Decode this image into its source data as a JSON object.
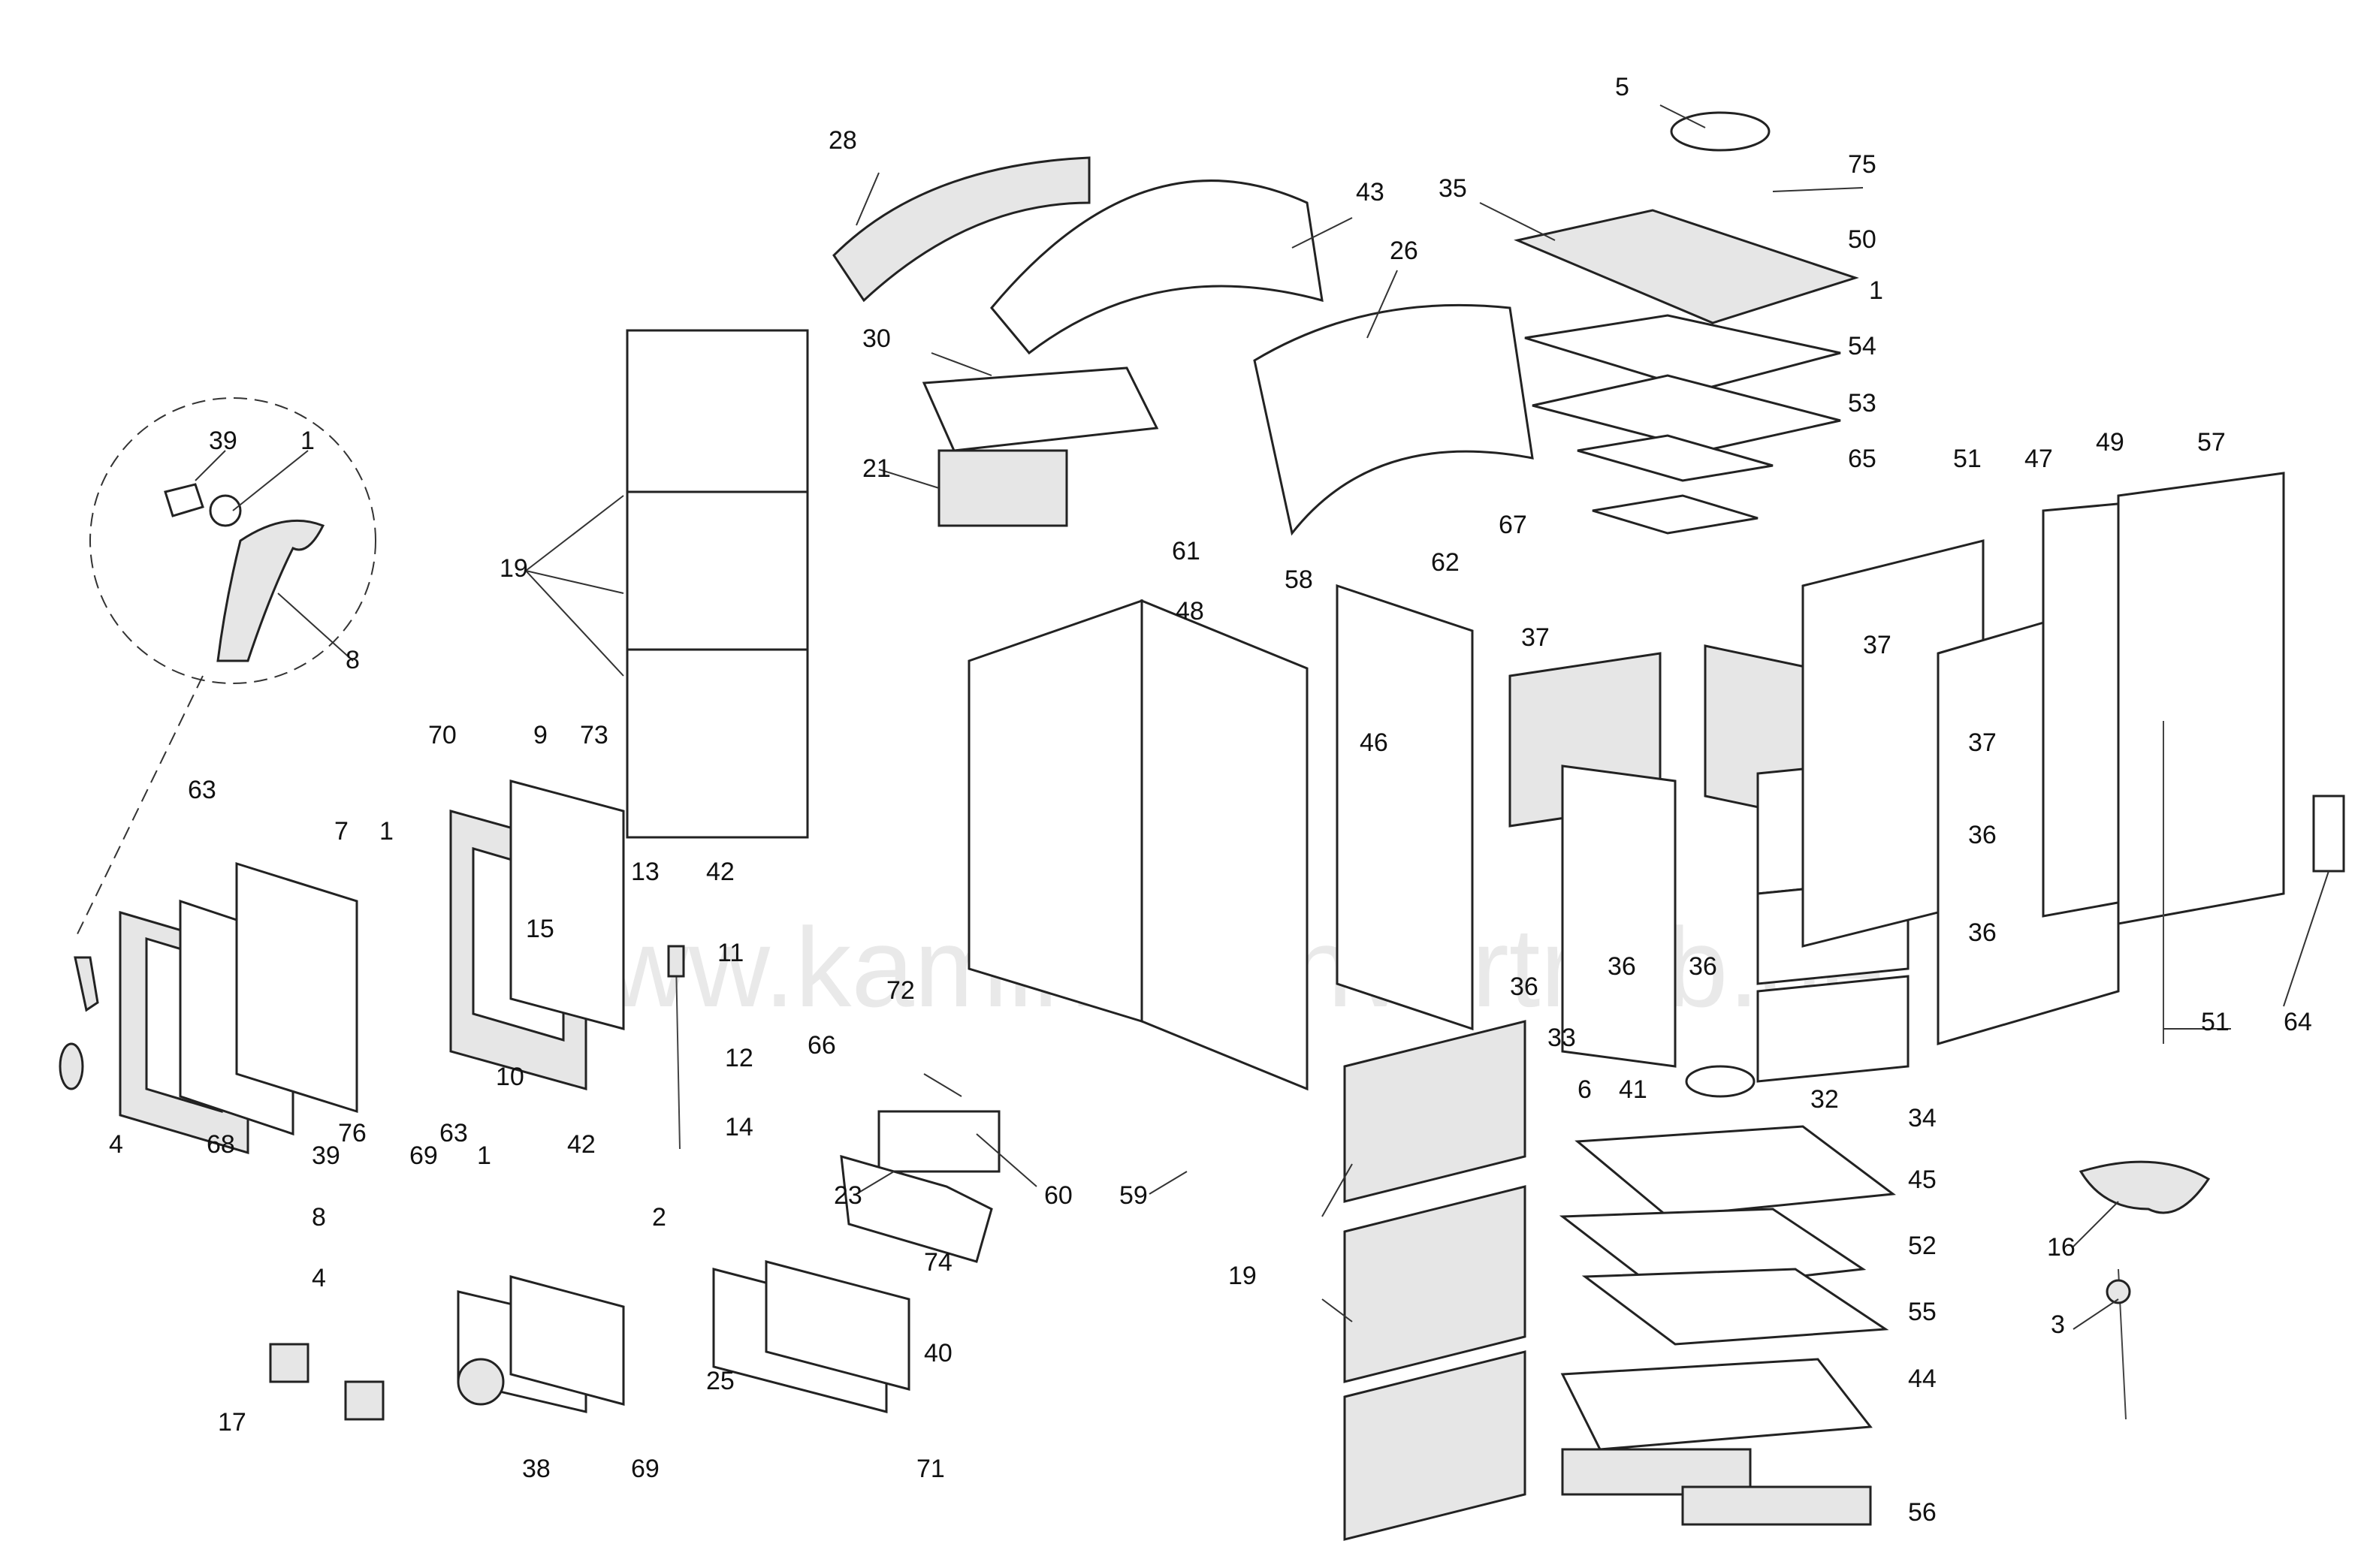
{
  "watermark": "www.kamin-ofenvertrieb.de",
  "colors": {
    "line": "#222222",
    "background": "#ffffff",
    "watermark": "#cfcfcf"
  },
  "labels": {
    "l1a": "1",
    "l1b": "1",
    "l1c": "1",
    "l1d": "1",
    "l2": "2",
    "l3": "3",
    "l4a": "4",
    "l4b": "4",
    "l5": "5",
    "l6": "6",
    "l7": "7",
    "l8a": "8",
    "l8b": "8",
    "l9": "9",
    "l10": "10",
    "l11": "11",
    "l12": "12",
    "l13": "13",
    "l14": "14",
    "l15": "15",
    "l16": "16",
    "l17": "17",
    "l19a": "19",
    "l19b": "19",
    "l21": "21",
    "l23": "23",
    "l25": "25",
    "l26": "26",
    "l28": "28",
    "l30": "30",
    "l32": "32",
    "l33": "33",
    "l34": "34",
    "l35": "35",
    "l36a": "36",
    "l36b": "36",
    "l36c": "36",
    "l36d": "36",
    "l36e": "36",
    "l37a": "37",
    "l37b": "37",
    "l37c": "37",
    "l38": "38",
    "l39a": "39",
    "l39b": "39",
    "l40": "40",
    "l41": "41",
    "l42a": "42",
    "l42b": "42",
    "l43": "43",
    "l44": "44",
    "l45": "45",
    "l46": "46",
    "l47": "47",
    "l48": "48",
    "l49": "49",
    "l50": "50",
    "l51a": "51",
    "l51b": "51",
    "l52": "52",
    "l53": "53",
    "l54": "54",
    "l55": "55",
    "l56": "56",
    "l57": "57",
    "l58": "58",
    "l59": "59",
    "l60": "60",
    "l61": "61",
    "l62": "62",
    "l63a": "63",
    "l63b": "63",
    "l64": "64",
    "l65": "65",
    "l66": "66",
    "l67": "67",
    "l68": "68",
    "l69a": "69",
    "l69b": "69",
    "l70": "70",
    "l71": "71",
    "l72": "72",
    "l73": "73",
    "l74": "74",
    "l75": "75",
    "l76": "76"
  }
}
